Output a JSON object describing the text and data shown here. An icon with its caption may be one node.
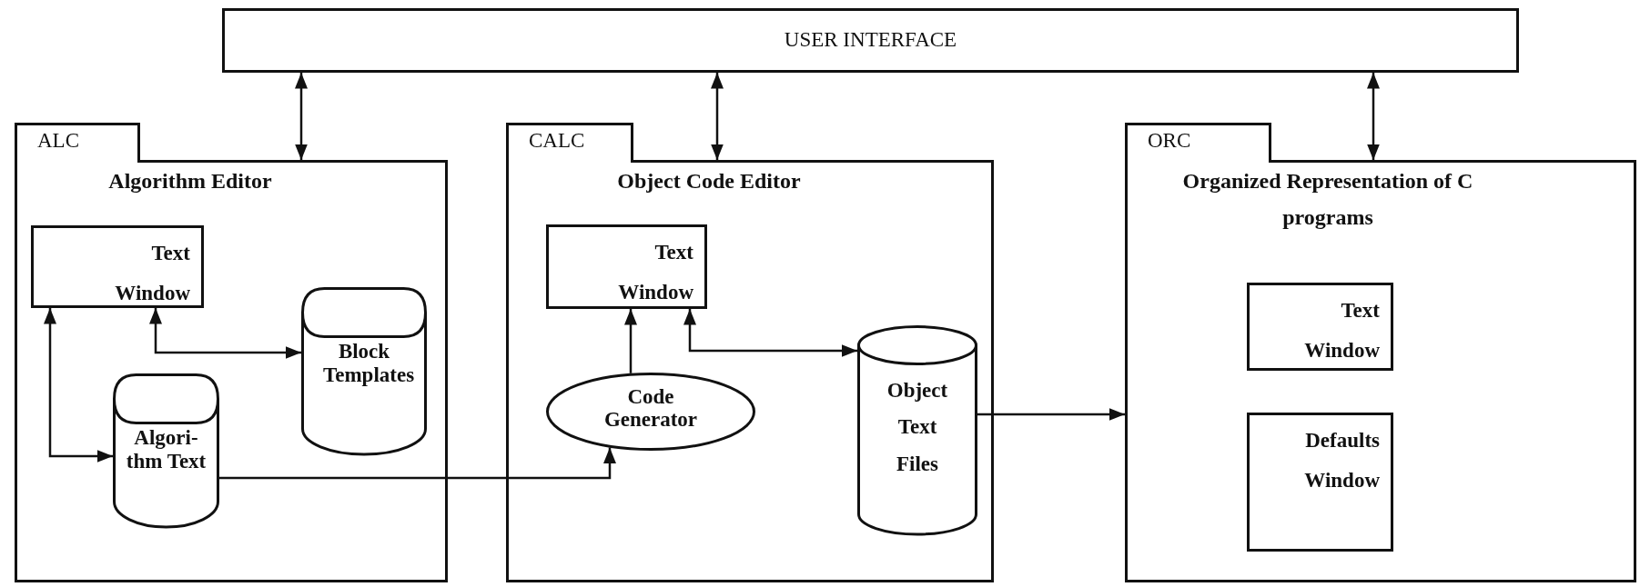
{
  "diagram": {
    "nodes": [
      {
        "text": [
          "USER INTERFACE"
        ]
      },
      {
        "text": [
          "ALC",
          "Algorithm Editor"
        ]
      },
      {
        "text": [
          "Text Window"
        ],
        "in": 1
      },
      {
        "text": [
          "Block Templates"
        ],
        "in": 1
      },
      {
        "text": [
          "Algori- thm Text"
        ],
        "in": 1
      },
      {
        "text": [
          "CALC",
          "Object Code Editor"
        ]
      },
      {
        "text": [
          "Text Window"
        ],
        "in": 5
      },
      {
        "text": [
          "Code Generator"
        ],
        "in": 5
      },
      {
        "text": [
          "Object Text Files"
        ],
        "in": 5
      },
      {
        "text": [
          "ORC",
          "Organized Representation of C programs"
        ]
      },
      {
        "text": [
          "Text Window"
        ],
        "in": 9
      },
      {
        "text": [
          "Defaults Window"
        ],
        "in": 9
      }
    ],
    "edges": [
      {
        "from": 0,
        "to": 1,
        "arrow": "both"
      },
      {
        "from": 0,
        "to": 5,
        "arrow": "both"
      },
      {
        "from": 0,
        "to": 9,
        "arrow": "both"
      },
      {
        "from": 2,
        "to": 3,
        "arrow": "both"
      },
      {
        "from": 2,
        "to": 4,
        "arrow": "both"
      },
      {
        "from": 4,
        "to": 7,
        "arrow": "to"
      },
      {
        "from": 7,
        "to": 6,
        "arrow": "to"
      },
      {
        "from": 6,
        "to": 8,
        "arrow": "both"
      },
      {
        "from": 8,
        "to": 9,
        "arrow": "to"
      }
    ]
  }
}
